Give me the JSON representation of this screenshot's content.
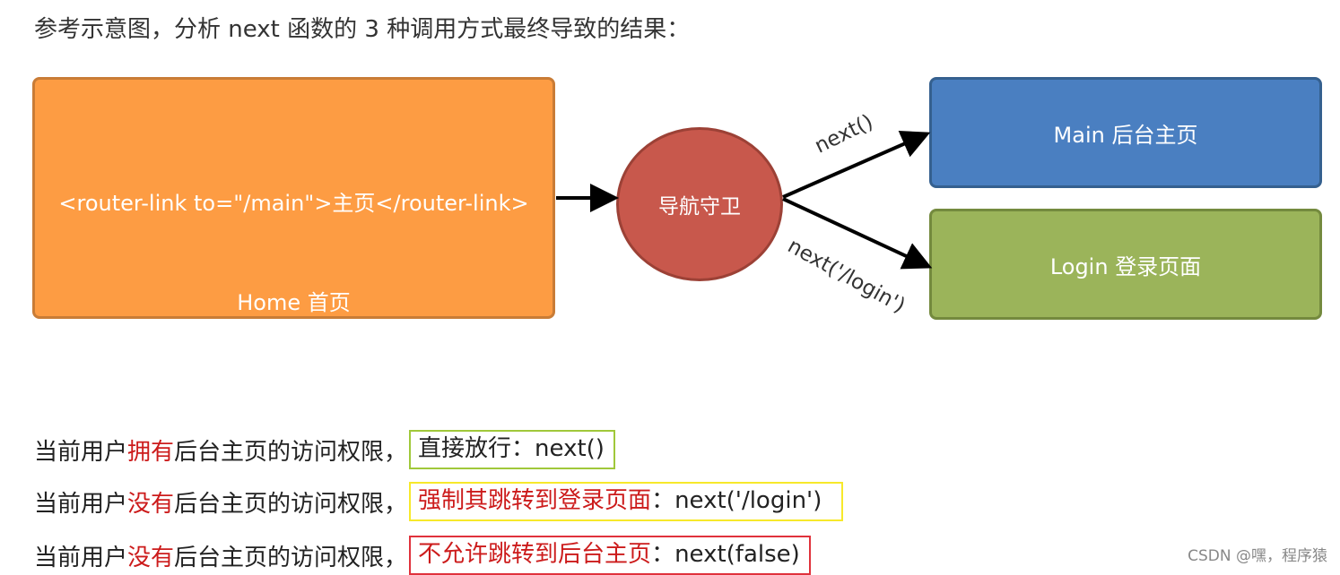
{
  "heading": "参考示意图，分析 next 函数的 3 种调用方式最终导致的结果：",
  "diagram": {
    "home_code": "<router-link to=\"/main\">主页</router-link>",
    "home_label": "Home 首页",
    "guard_label": "导航守卫",
    "main_label": "Main 后台主页",
    "login_label": "Login 登录页面",
    "edge_next": "next()",
    "edge_next_login": "next('/login')",
    "colors": {
      "home": "#fd9c43",
      "guard": "#c8584c",
      "main": "#4a7fc1",
      "login": "#9bb45a"
    }
  },
  "rules": [
    {
      "prefix": "当前用户",
      "keyword": "拥有",
      "middle": "后台主页的访问权限，",
      "result_red": "",
      "result_text": "直接放行：next()",
      "border_color": "#a0c83a"
    },
    {
      "prefix": "当前用户",
      "keyword": "没有",
      "middle": "后台主页的访问权限，",
      "result_red": "强制其跳转到登录页面",
      "result_text": "：next('/login')",
      "border_color": "#f7e92b"
    },
    {
      "prefix": "当前用户",
      "keyword": "没有",
      "middle": "后台主页的访问权限，",
      "result_red": "不允许跳转到后台主页",
      "result_text": "：next(false)",
      "border_color": "#e0323c"
    }
  ],
  "watermark": "CSDN @嘿，程序猿"
}
